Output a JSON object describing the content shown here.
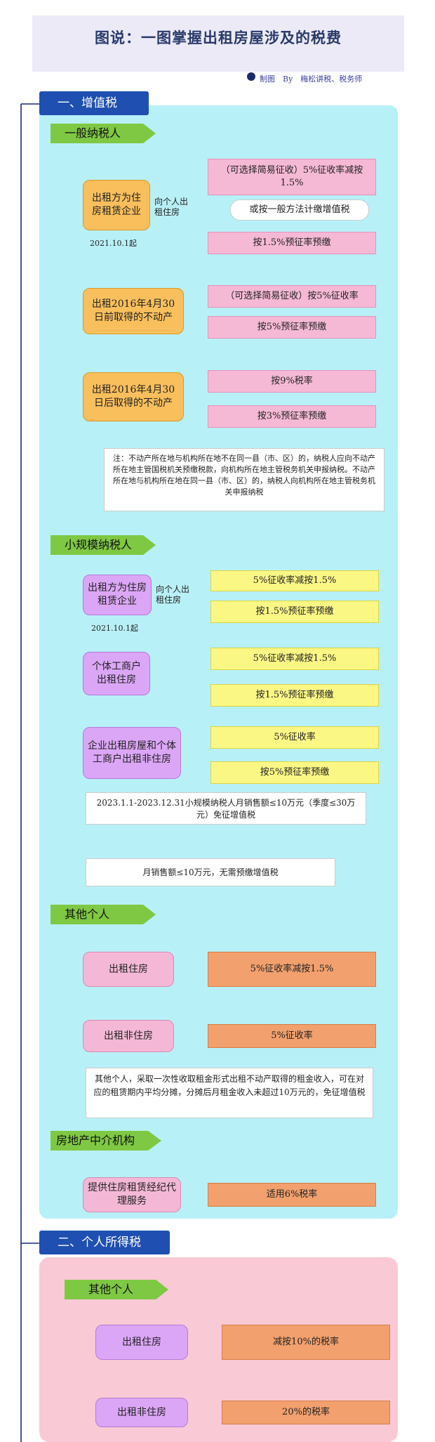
{
  "title": "图说：一图掌握出租房屋涉及的税费",
  "credit": "制图　By　梅松讲税、税务师",
  "vat": {
    "header": "一、增值税",
    "general": {
      "tag": "一般纳税人",
      "node1": "出租方为住房租赁企业",
      "node1_label": "向个人出租住房",
      "node1_date": "2021.10.1起",
      "r1a": "（可选择简易征收）5%征收率减按1.5%",
      "r1b": "或按一般方法计缴增值税",
      "r1c": "按1.5%预征率预缴",
      "node2": "出租2016年4月30日前取得的不动产",
      "r2a": "（可选择简易征收）按5%征收率",
      "r2b": "按5%预征率预缴",
      "node3": "出租2016年4月30日后取得的不动产",
      "r3a": "按9%税率",
      "r3b": "按3%预征率预缴",
      "note": "注：不动产所在地与机构所在地不在同一县（市、区）的，纳税人应向不动产所在地主管国税机关预缴税款，向机构所在地主管税务机关申报纳税。不动产所在地与机构所在地在同一县（市、区）的，纳税人向机构所在地主管税务机关申报纳税"
    },
    "small": {
      "tag": "小规模纳税人",
      "node1": "出租方为住房租赁企业",
      "node1_label": "向个人出租住房",
      "node1_date": "2021.10.1起",
      "r1a": "5%征收率减按1.5%",
      "r1b": "按1.5%预征率预缴",
      "node2": "个体工商户出租住房",
      "r2a": "5%征收率减按1.5%",
      "r2b": "按1.5%预征率预缴",
      "node3": "企业出租房屋和个体工商户出租非住房",
      "r3a": "5%征收率",
      "r3b": "按5%预征率预缴",
      "note1": "2023.1.1-2023.12.31小规模纳税人月销售额≤10万元（季度≤30万元）免征增值税",
      "note2": "月销售额≤10万元，无需预缴增值税"
    },
    "other": {
      "tag": "其他个人",
      "node1": "出租住房",
      "r1": "5%征收率减按1.5%",
      "node2": "出租非住房",
      "r2": "5%征收率",
      "note": "其他个人，采取一次性收取租金形式出租不动产取得的租金收入，可在对应的租赁期内平均分摊，分摊后月租金收入未超过10万元的，免征增值税"
    },
    "agency": {
      "tag": "房地产中介机构",
      "node1": "提供住房租赁经纪代理服务",
      "r1": "适用6%税率"
    }
  },
  "iit": {
    "header": "二、个人所得税",
    "other": {
      "tag": "其他个人",
      "node1": "出租住房",
      "r1": "减按10%的税率",
      "node2": "出租非住房",
      "r2": "20%的税率"
    }
  },
  "colors": {
    "header_blue": "#1f4fb0",
    "green_tag": "#7fc843",
    "vat_bg": "#b8f0f7",
    "iit_bg": "#f9c9d5"
  }
}
